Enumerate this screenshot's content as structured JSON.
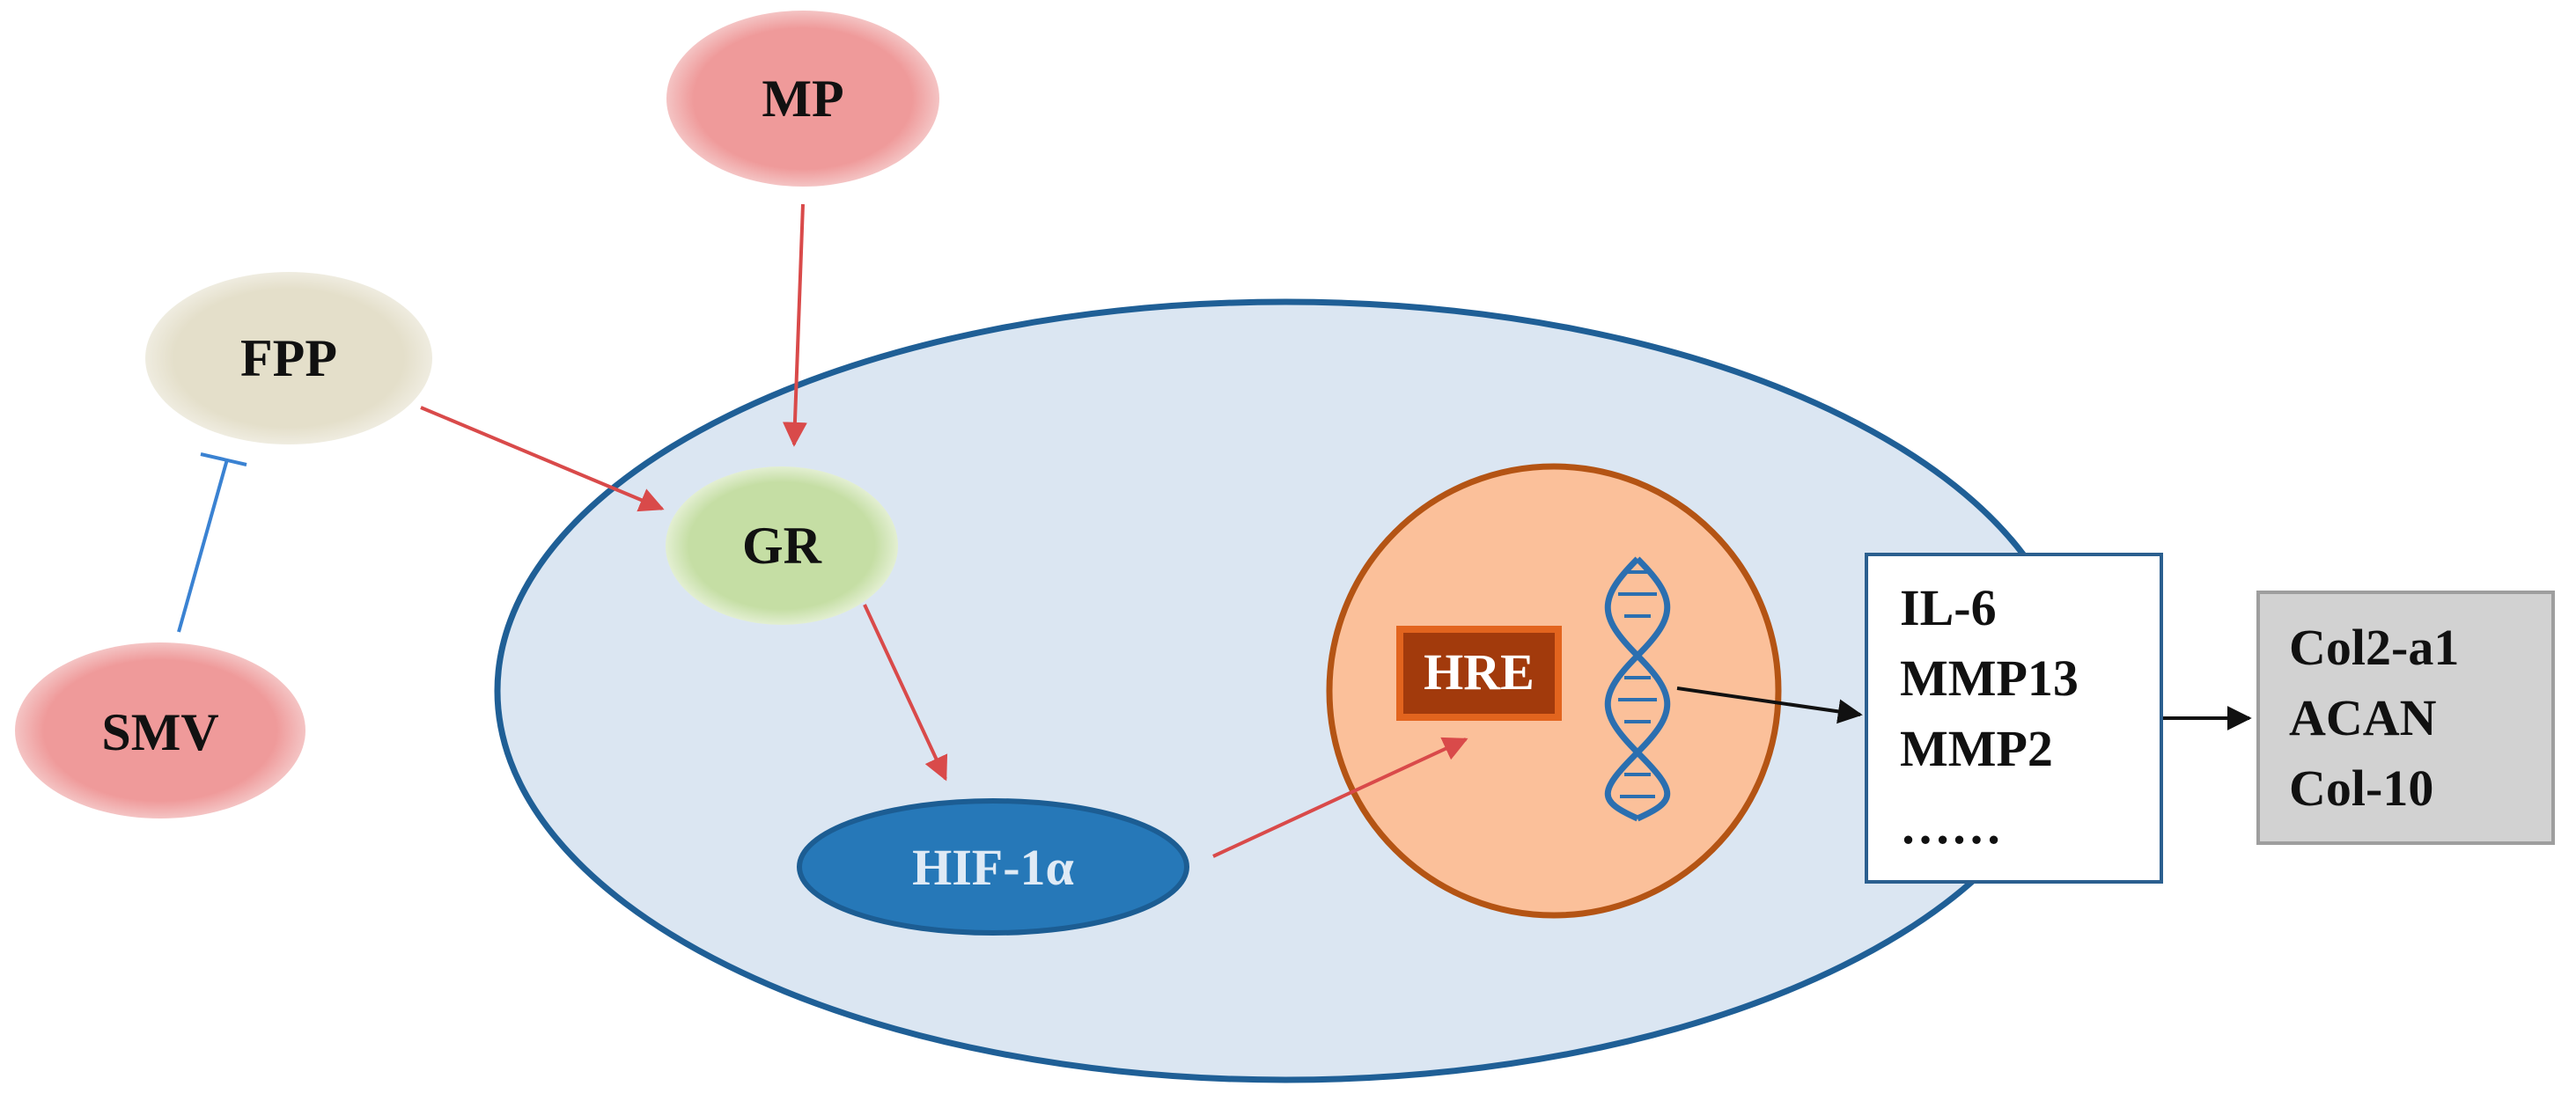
{
  "nodes": {
    "mp": "MP",
    "fpp": "FPP",
    "smv": "SMV",
    "gr": "GR",
    "hif": "HIF-1α",
    "hre": "HRE"
  },
  "target_genes": [
    "IL-6",
    "MMP13",
    "MMP2",
    "……"
  ],
  "markers": [
    "Col2-a1",
    "ACAN",
    "Col-10"
  ],
  "colors": {
    "pink_node": "#ef9a9a",
    "fpp_node": "#e4dfca",
    "gr_node": "#c5dea4",
    "cell_fill": "#dbe6f2",
    "cell_stroke": "#1f5f96",
    "hif_fill": "#2678b8",
    "nucleus_fill": "#fbc09a",
    "nucleus_stroke": "#b45414",
    "hre_fill": "#a23a0c",
    "activation_arrow": "#d94a4a",
    "inhibition_line": "#3a82d2",
    "output_arrow": "#111111",
    "marker_box": "#d2d2d2"
  },
  "icons": {
    "dna": "dna-helix-icon"
  }
}
